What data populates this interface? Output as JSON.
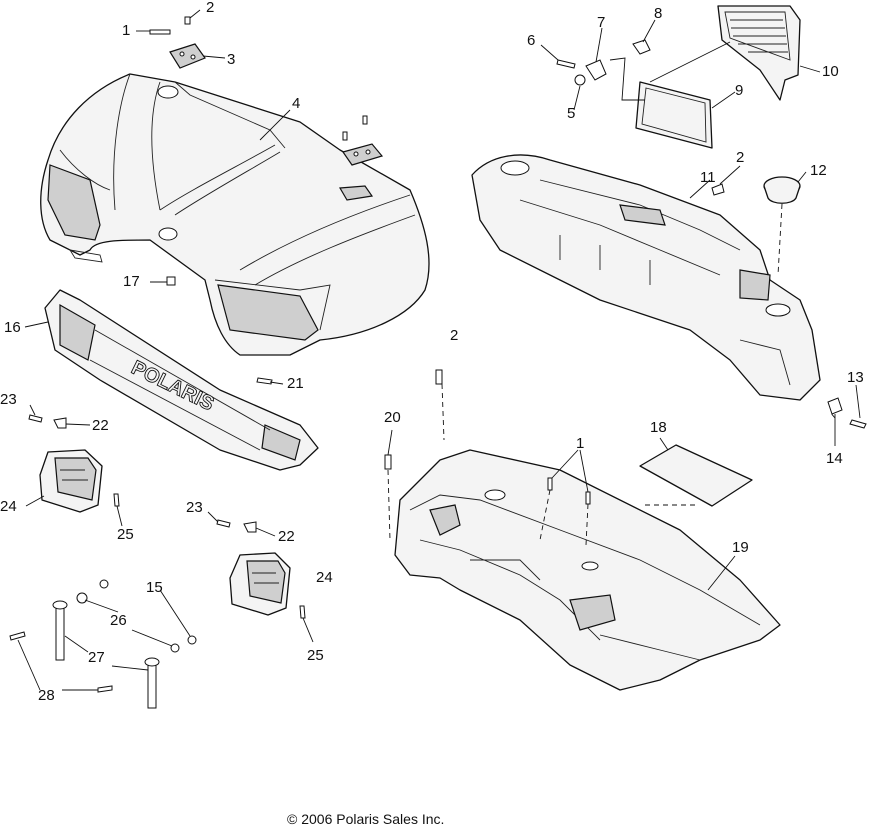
{
  "callouts": [
    {
      "id": "c1a",
      "label": "1"
    },
    {
      "id": "c2a",
      "label": "2"
    },
    {
      "id": "c3",
      "label": "3"
    },
    {
      "id": "c4",
      "label": "4"
    },
    {
      "id": "c5",
      "label": "5"
    },
    {
      "id": "c6",
      "label": "6"
    },
    {
      "id": "c7",
      "label": "7"
    },
    {
      "id": "c8",
      "label": "8"
    },
    {
      "id": "c9",
      "label": "9"
    },
    {
      "id": "c10",
      "label": "10"
    },
    {
      "id": "c11",
      "label": "11"
    },
    {
      "id": "c2b",
      "label": "2"
    },
    {
      "id": "c12",
      "label": "12"
    },
    {
      "id": "c17",
      "label": "17"
    },
    {
      "id": "c16",
      "label": "16"
    },
    {
      "id": "c2c",
      "label": "2"
    },
    {
      "id": "c21",
      "label": "21"
    },
    {
      "id": "c13",
      "label": "13"
    },
    {
      "id": "c23a",
      "label": "23"
    },
    {
      "id": "c22a",
      "label": "22"
    },
    {
      "id": "c20",
      "label": "20"
    },
    {
      "id": "c18",
      "label": "18"
    },
    {
      "id": "c1b",
      "label": "1"
    },
    {
      "id": "c14",
      "label": "14"
    },
    {
      "id": "c24a",
      "label": "24"
    },
    {
      "id": "c25a",
      "label": "25"
    },
    {
      "id": "c23b",
      "label": "23"
    },
    {
      "id": "c22b",
      "label": "22"
    },
    {
      "id": "c19",
      "label": "19"
    },
    {
      "id": "c24b",
      "label": "24"
    },
    {
      "id": "c15",
      "label": "15"
    },
    {
      "id": "c26",
      "label": "26"
    },
    {
      "id": "c25b",
      "label": "25"
    },
    {
      "id": "c27",
      "label": "27"
    },
    {
      "id": "c28",
      "label": "28"
    }
  ],
  "grille_text": "POLARIS",
  "copyright": "© 2006 Polaris Sales Inc."
}
